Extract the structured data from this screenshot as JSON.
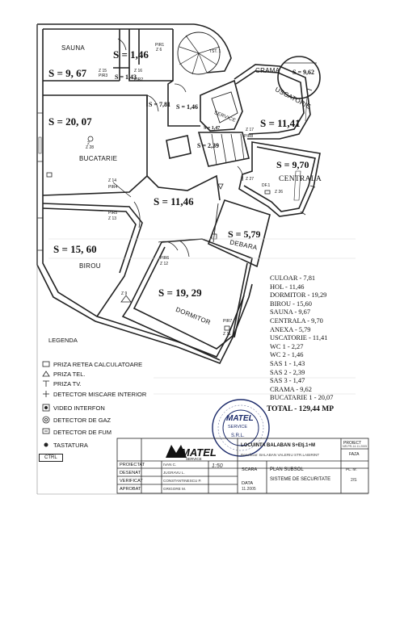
{
  "rooms": {
    "sauna": "SAUNA",
    "bucatarie": "BUCATARIE",
    "birou": "BIROU",
    "dormitor": "DORMITOR",
    "uscatorie": "USCATORIE",
    "crama": "CRAMA",
    "centrala": "CENTRALA",
    "debara": "DEBARA",
    "service": "SERVICE"
  },
  "areas": {
    "sauna": "S = 9, 67",
    "sas_top": "S = 1,46",
    "sas_small": "S = 1,43",
    "bucatarie": "S = 20, 07",
    "culoar_small": "S = 7,81",
    "wc": "S = 1,46",
    "uscatorie": "S = 11,41",
    "sas_mid": "S = 1,47",
    "sas_stair": "S = 2,39",
    "crama": "S = 9,62",
    "centrala": "S = 9,70",
    "hol": "S = 11,46",
    "debara": "S = 5,79",
    "birou": "S = 15, 60",
    "dormitor": "S = 19, 29"
  },
  "tags": {
    "pir1": "PIR1",
    "z6": "Z 6",
    "tst1": "TST. 1",
    "pir3": "PIR3",
    "z15": "Z 15",
    "z16": "Z 16",
    "pir2": "PIR2",
    "z28": "Z 28",
    "z14": "Z 14",
    "pir4": "PIR4",
    "z17": "Z 17",
    "pir8": "PIR8",
    "z27": "Z 27",
    "df1": "DF.1",
    "z26": "Z 26",
    "pir5": "PIR5",
    "z13": "Z 13",
    "pir6": "PIR6",
    "z12": "Z 12",
    "pir7": "PIR7",
    "z11": "Z 11",
    "z2": "2",
    "z9": "Z 9"
  },
  "schedule": [
    "CULOAR - 7,81",
    "HOL -      11,46",
    "DORMITOR - 19,29",
    "BIROU - 15,60",
    "SAUNA - 9,67",
    "CENTRALA - 9,70",
    "ANEXA - 5,79",
    "USCATORIE - 11,41",
    "WC 1 - 2,27",
    "WC 2 - 1,46",
    "SAS 1 - 1,43",
    "SAS 2 - 2,39",
    "SAS 3 - 1,47",
    "CRAMA - 9,62",
    "BUCATARIE 1 - 20,07"
  ],
  "total": "TOTAL  - 129,44 MP",
  "legend": {
    "title": "LEGENDA",
    "items": [
      "PRIZA RETEA CALCULATOARE",
      "PRIZA TEL.",
      "PRIZA TV.",
      "DETECTOR MISCARE INTERIOR",
      "VIDEO INTERFON",
      "DETECTOR DE GAZ",
      "DETECTOR DE FUM",
      "TASTATURA"
    ],
    "ctrl": "CTRL"
  },
  "stamp": {
    "brand": "MATEL",
    "service": "SERVICE",
    "srl": "S.R.L."
  },
  "titleblock": {
    "logo_main": "MATEL",
    "logo_sub": "SERVICE",
    "object": "LOCUINTA BALABAN  S+Etj.1+M",
    "beneficiary": "Beneficiar: BALABAN VALERIU STR.LABIRINT",
    "project_label": "PROIECT",
    "project_no": "NR.PR-14.11.2005",
    "faza": "FAZA",
    "roles": [
      "PROIECTAT",
      "DESENAT",
      "VERIFICAT",
      "APROBAT"
    ],
    "names": [
      "IVAN C.",
      "JUGRAVU L.",
      "CONSTANTINESCU P.",
      "GRIGORE M."
    ],
    "scara": "SCARA",
    "scale": "1:50",
    "data_label": "DATA",
    "date": "11.2005",
    "plan": "PLAN SUBSOL",
    "system": "SISTEME DE SECURITATE",
    "pl_label": "PL. nr.",
    "pl_no": "2/S"
  }
}
